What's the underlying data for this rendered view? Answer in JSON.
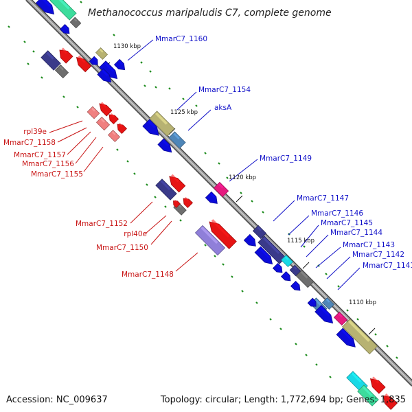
{
  "title": "Methanococcus maripaludis C7, complete genome",
  "footer": {
    "accession": "Accession: NC_009637",
    "summary": "Topology: circular; Length: 1,772,694 bp; Genes: 1,835"
  },
  "ticks": [
    "1130 kbp",
    "1125 kbp",
    "1120 kbp",
    "1115 kbp",
    "1110 kbp"
  ],
  "colors": {
    "backbone": "#8c8c8c",
    "gene_blue": "#0b0bd9",
    "gene_red": "#e61414",
    "gene_gray": "#6e6e6e",
    "gene_navy": "#3a3a8a",
    "gene_olive": "#b7b272",
    "gene_pink": "#e6197f",
    "gene_cyan": "#19d9e6",
    "gene_teal": "#3cdc9c",
    "gene_lightred": "#f08080",
    "gene_lilac": "#8f7fd9",
    "gene_steel": "#4f86b8",
    "gc_dot": "#1a8a1a"
  },
  "gene_labels_blue": [
    "MmarC7_1160",
    "MmarC7_1154",
    "aksA",
    "MmarC7_1149",
    "MmarC7_1147",
    "MmarC7_1146",
    "MmarC7_1145",
    "MmarC7_1144",
    "MmarC7_1143",
    "MmarC7_1142",
    "MmarC7_1141"
  ],
  "gene_labels_red": [
    "rpl39e",
    "MmarC7_1158",
    "MmarC7_1157",
    "MmarC7_1156",
    "MmarC7_1155",
    "MmarC7_1152",
    "rpl40e",
    "MmarC7_1150",
    "MmarC7_1148"
  ]
}
